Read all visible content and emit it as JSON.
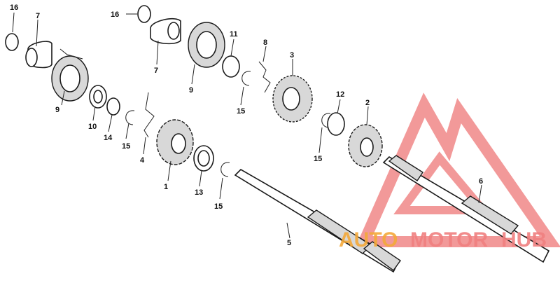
{
  "callouts": [
    {
      "id": "c16a",
      "text": "16"
    },
    {
      "id": "c7a",
      "text": "7"
    },
    {
      "id": "c9a",
      "text": "9"
    },
    {
      "id": "c10",
      "text": "10"
    },
    {
      "id": "c14",
      "text": "14"
    },
    {
      "id": "c15a",
      "text": "15"
    },
    {
      "id": "c4",
      "text": "4"
    },
    {
      "id": "c1",
      "text": "1"
    },
    {
      "id": "c13",
      "text": "13"
    },
    {
      "id": "c15b",
      "text": "15"
    },
    {
      "id": "c5",
      "text": "5"
    },
    {
      "id": "c16b",
      "text": "16"
    },
    {
      "id": "c7b",
      "text": "7"
    },
    {
      "id": "c9b",
      "text": "9"
    },
    {
      "id": "c11",
      "text": "11"
    },
    {
      "id": "c15c",
      "text": "15"
    },
    {
      "id": "c8",
      "text": "8"
    },
    {
      "id": "c3",
      "text": "3"
    },
    {
      "id": "c12",
      "text": "12"
    },
    {
      "id": "c15d",
      "text": "15"
    },
    {
      "id": "c2",
      "text": "2"
    },
    {
      "id": "c6",
      "text": "6"
    }
  ],
  "watermark": {
    "part1": "AUTO",
    "part2": "MOTOR",
    "part3": "HUB",
    "color_main": "#f08080",
    "color_accent": "#f4a93a"
  }
}
